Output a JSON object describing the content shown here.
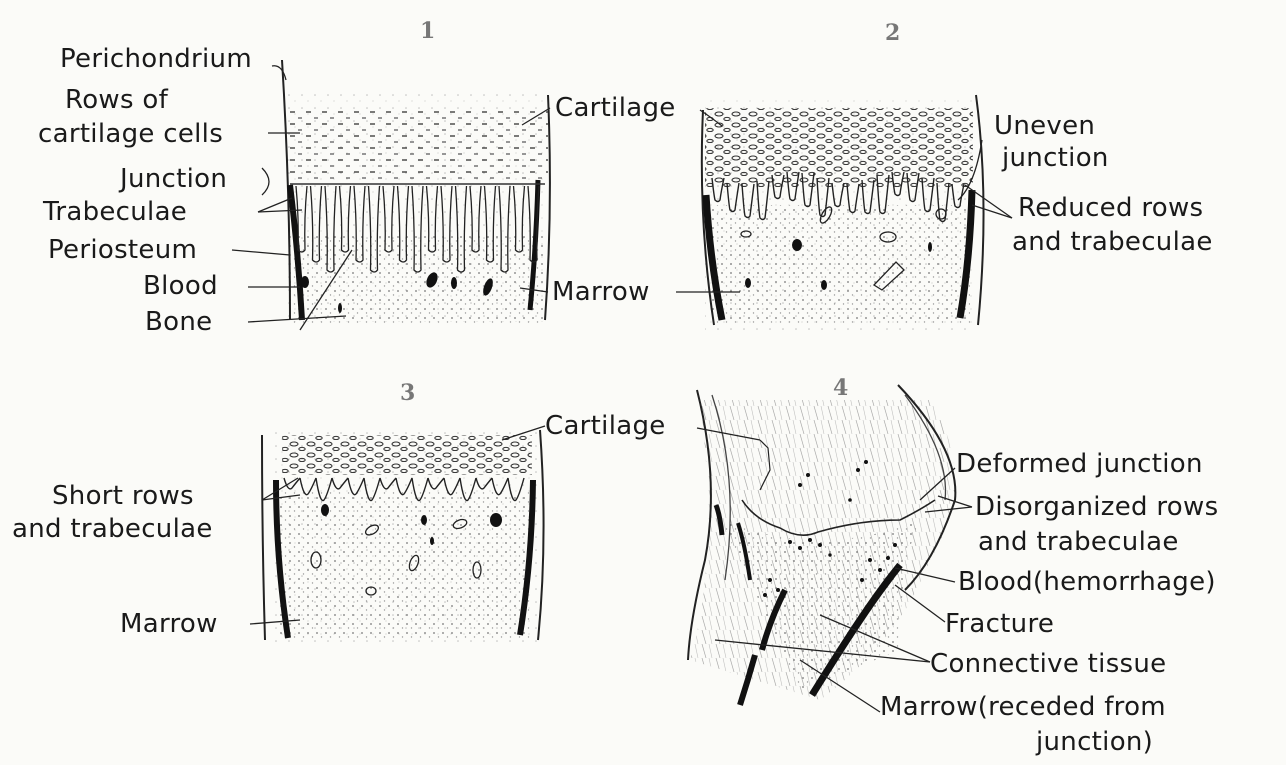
{
  "panels": [
    {
      "number": "1",
      "labels": {
        "perichondrium": "Perichondrium",
        "rows_of_cartilage_cells_1": "Rows of",
        "rows_of_cartilage_cells_2": "cartilage cells",
        "junction": "Junction",
        "trabeculae": "Trabeculae",
        "periosteum": "Periosteum",
        "blood": "Blood",
        "bone": "Bone",
        "cartilage": "Cartilage",
        "marrow": "Marrow"
      }
    },
    {
      "number": "2",
      "labels": {
        "uneven_junction_1": "Uneven",
        "uneven_junction_2": "junction",
        "reduced_rows_1": "Reduced rows",
        "reduced_rows_2": "and trabeculae"
      }
    },
    {
      "number": "3",
      "labels": {
        "cartilage": "Cartilage",
        "short_rows_1": "Short rows",
        "short_rows_2": "and trabeculae",
        "marrow": "Marrow"
      }
    },
    {
      "number": "4",
      "labels": {
        "deformed_junction": "Deformed junction",
        "disorganized_rows_1": "Disorganized rows",
        "disorganized_rows_2": "and trabeculae",
        "blood_hemorrhage": "Blood(hemorrhage)",
        "fracture": "Fracture",
        "connective_tissue": "Connective tissue",
        "marrow_receded_1": "Marrow(receded from",
        "marrow_receded_2": "junction)"
      }
    }
  ]
}
